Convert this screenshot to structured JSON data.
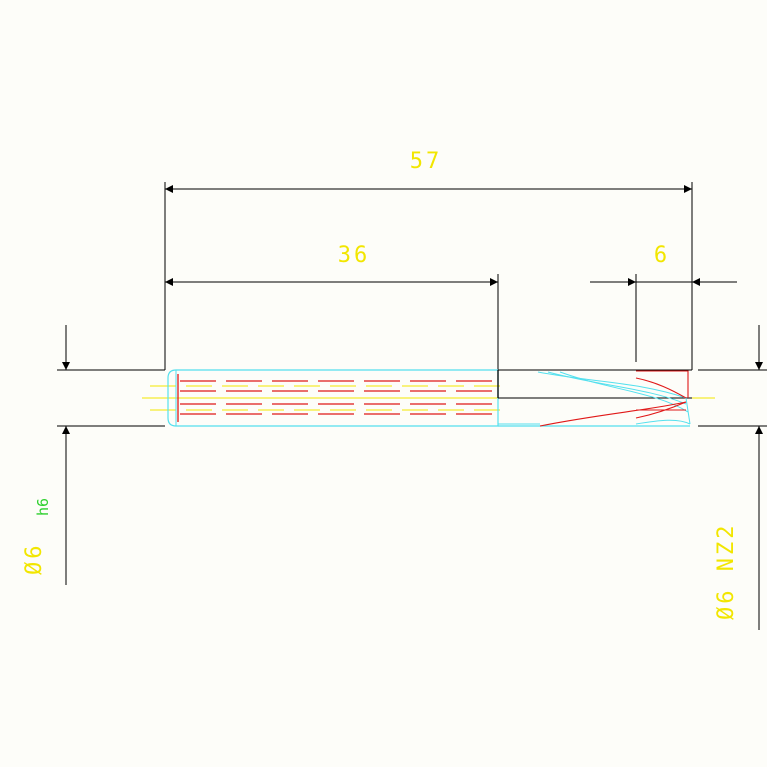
{
  "drawing": {
    "dimensions": {
      "overall_length": "57",
      "shank_length": "36",
      "tip_length": "6"
    },
    "diameters": {
      "shank": {
        "symbol": "Ø6",
        "tolerance": "h6"
      },
      "tip": {
        "label": "Ø6 NZ2"
      }
    },
    "colors": {
      "background": "#fdfdf9",
      "dimension_line": "#000000",
      "dimension_text": "#f2e600",
      "tolerance_text": "#2fd02f",
      "outline": "#54e0ee",
      "hidden_line": "#e01818",
      "center_line": "#f2e600"
    }
  }
}
